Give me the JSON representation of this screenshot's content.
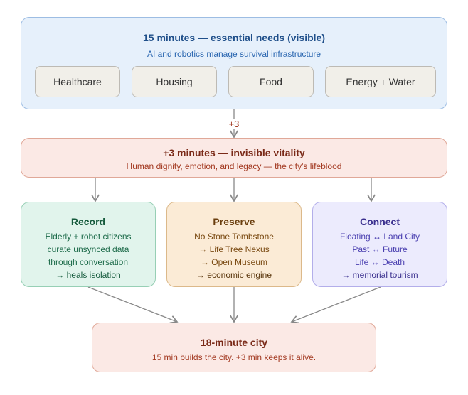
{
  "essential": {
    "title": "15 minutes — essential needs (visible)",
    "subtitle": "AI and robotics manage survival infrastructure",
    "items": [
      "Healthcare",
      "Housing",
      "Food",
      "Energy + Water"
    ]
  },
  "connector_label": "+3",
  "vitality": {
    "title": "+3 minutes — invisible vitality",
    "subtitle": "Human dignity, emotion, and legacy — the city's lifeblood"
  },
  "pillars": [
    {
      "title": "Record",
      "lines": [
        "Elderly + robot citizens",
        "curate unsynced data",
        "through conversation",
        "→ heals isolation"
      ]
    },
    {
      "title": "Preserve",
      "lines": [
        "No Stone Tombstone",
        "→ Life Tree Nexus",
        "→ Open Museum",
        "→ economic engine"
      ]
    },
    {
      "title": "Connect",
      "lines": [
        "Floating ↔ Land City",
        "Past ↔ Future",
        "Life ↔ Death",
        "→ memorial tourism"
      ]
    }
  ],
  "result": {
    "title": "18-minute city",
    "subtitle": "15 min builds the city. +3 min keeps it alive."
  },
  "colors": {
    "blue": "#1f4f8a",
    "red": "#8a2e1c",
    "green": "#1d6b4a",
    "brown": "#7a4a12",
    "purple": "#4a3fb0"
  }
}
